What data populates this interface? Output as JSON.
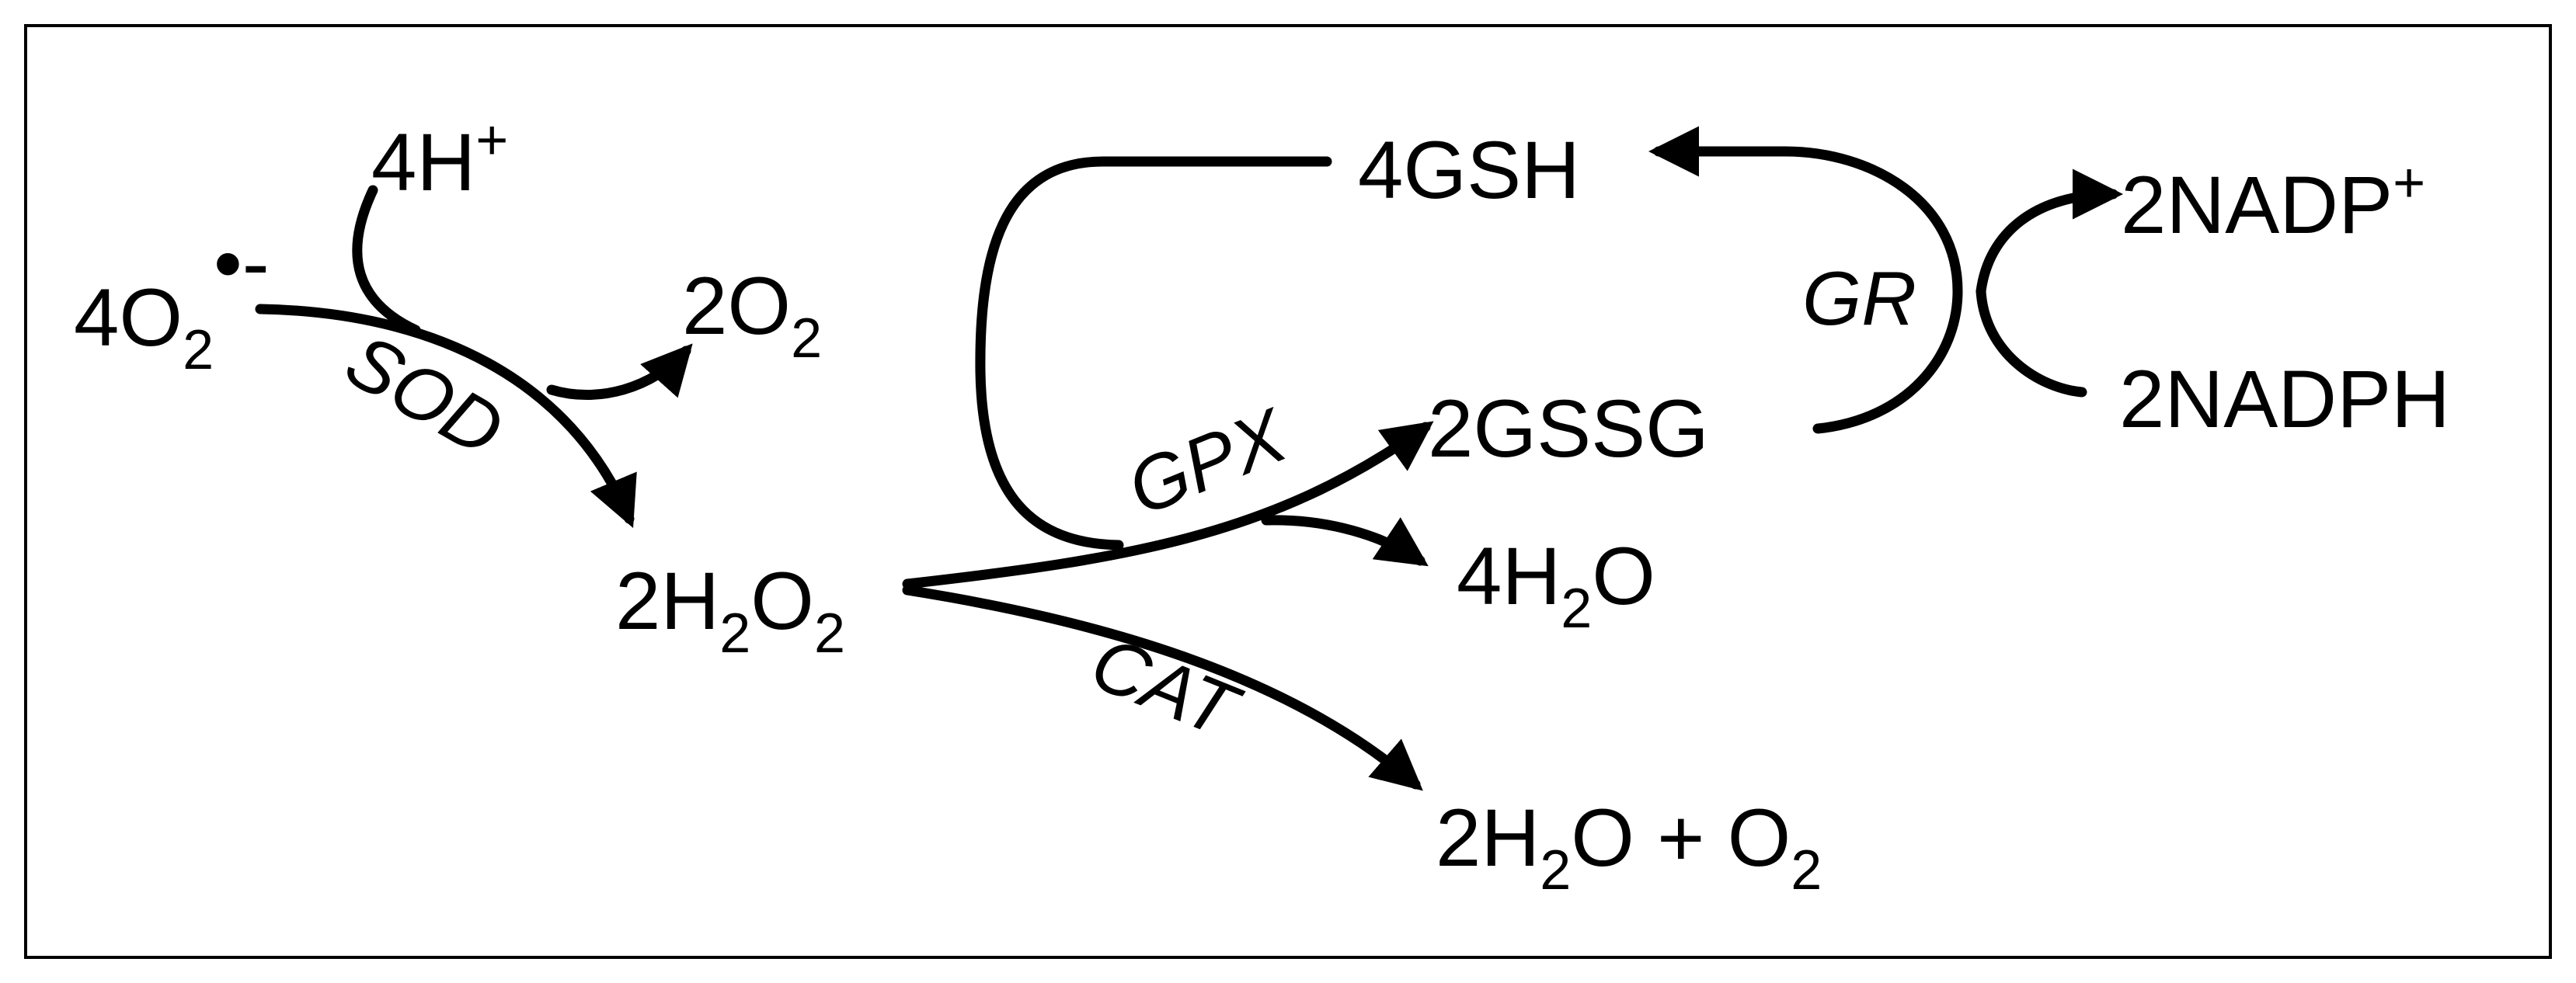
{
  "colors": {
    "stroke": "#000000",
    "text": "#000000",
    "background": "#ffffff"
  },
  "species": {
    "superoxide": {
      "coef": "4O",
      "sub": "2",
      "charge": "•-"
    },
    "protons": {
      "text": "4H",
      "sup": "+"
    },
    "oxygen": {
      "coef": "2O",
      "sub": "2"
    },
    "peroxide": {
      "a": "2H",
      "sub1": "2",
      "b": "O",
      "sub2": "2"
    },
    "water_gpx": {
      "a": "4H",
      "sub": "2",
      "b": "O"
    },
    "cat_products": {
      "a": "2H",
      "sub1": "2",
      "b": "O + O",
      "sub2": "2"
    },
    "reduced_glutathione": {
      "text": "4GSH"
    },
    "oxidized_glutathione": {
      "text": "2GSSG"
    },
    "nadp": {
      "text": "2NADP",
      "sup": "+"
    },
    "nadph": {
      "text": "2NADPH"
    }
  },
  "enzymes": {
    "sod": "SOD",
    "gpx": "GPX",
    "cat": "CAT",
    "gr": "GR"
  }
}
